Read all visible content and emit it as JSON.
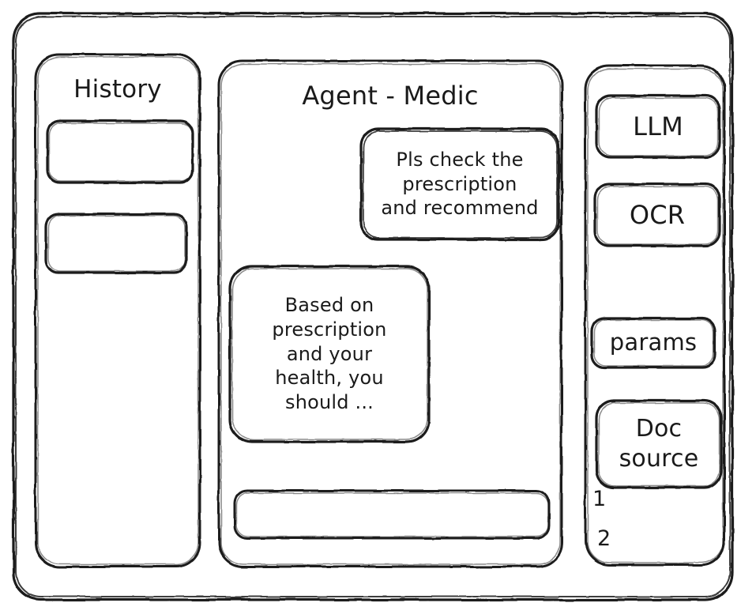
{
  "window": {
    "name": "agent-medic-wireframe"
  },
  "sidebar": {
    "title": "History",
    "items": [
      {
        "label": ""
      },
      {
        "label": ""
      }
    ]
  },
  "main": {
    "title": "Agent - Medic",
    "messages": [
      {
        "role": "user",
        "text": "Pls check the\nprescription\nand recommend"
      },
      {
        "role": "assistant",
        "text": "Based on\nprescription\nand your\nhealth, you\nshould ..."
      }
    ],
    "composer": {
      "value": "",
      "placeholder": ""
    }
  },
  "tools": {
    "buttons": [
      {
        "label": "LLM"
      },
      {
        "label": "OCR"
      },
      {
        "label": "params"
      },
      {
        "label": "Doc\nsource"
      }
    ],
    "doc_list": [
      {
        "label": "1"
      },
      {
        "label": "2"
      }
    ]
  },
  "colors": {
    "stroke": "#1a1a1a",
    "background": "#ffffff"
  }
}
